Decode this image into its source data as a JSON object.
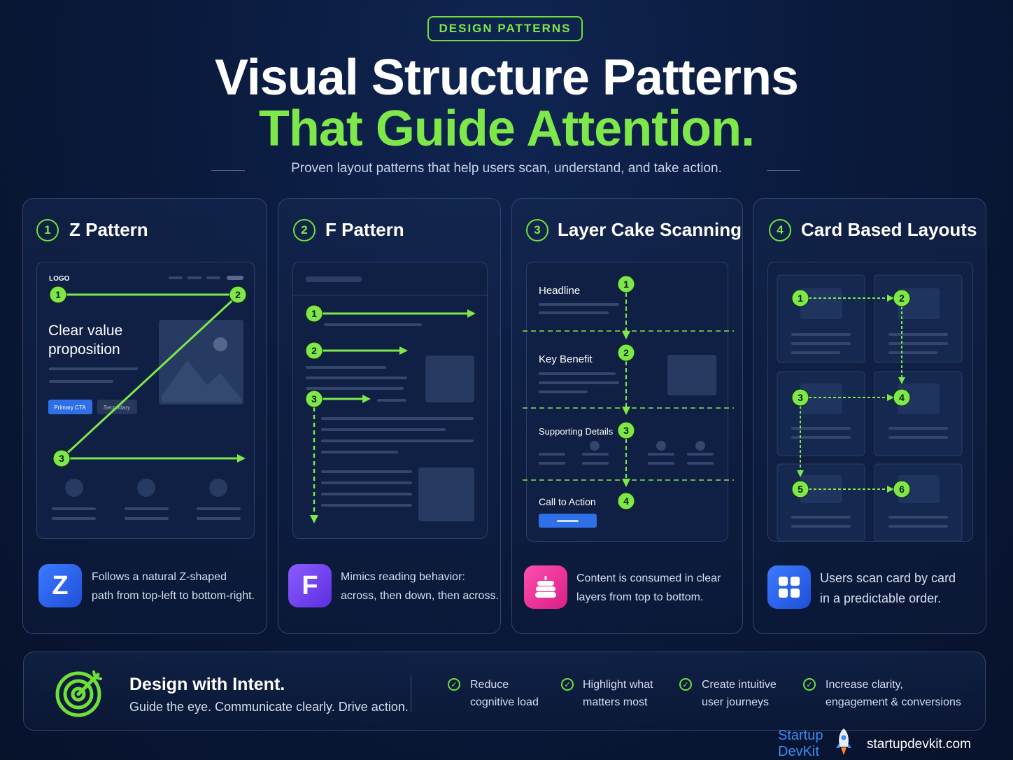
{
  "header": {
    "badge": "DESIGN PATTERNS",
    "title_line1": "Visual Structure Patterns",
    "title_line2": "That Guide Attention.",
    "subtitle": "Proven layout patterns that help users scan, understand, and take action."
  },
  "cards": [
    {
      "number": "1",
      "title": "Z Pattern",
      "tile_letter": "Z",
      "tile_icon": "z-letter-icon",
      "desc_line1": "Follows a natural Z-shaped",
      "desc_line2": "path from top-left to bottom-right.",
      "mock": {
        "logo": "LOGO",
        "headline_line1": "Clear value",
        "headline_line2": "proposition",
        "primary_cta": "Primary CTA",
        "secondary_cta": "Secondary",
        "steps": [
          "1",
          "2",
          "3"
        ]
      }
    },
    {
      "number": "2",
      "title": "F Pattern",
      "tile_letter": "F",
      "tile_icon": "f-letter-icon",
      "desc_line1": "Mimics reading behavior:",
      "desc_line2": "across, then down, then across.",
      "mock": {
        "steps": [
          "1",
          "2",
          "3"
        ]
      }
    },
    {
      "number": "3",
      "title": "Layer Cake Scanning",
      "tile_icon": "layer-cake-icon",
      "desc_line1": "Content is consumed in clear",
      "desc_line2": "layers from top to bottom.",
      "mock": {
        "layers": [
          "Headline",
          "Key Benefit",
          "Supporting Details",
          "Call to Action"
        ],
        "steps": [
          "1",
          "2",
          "3",
          "4"
        ]
      }
    },
    {
      "number": "4",
      "title": "Card Based Layouts",
      "tile_icon": "grid-icon",
      "desc_line1": "Users scan card by card",
      "desc_line2": "in a predictable order.",
      "mock": {
        "steps": [
          "1",
          "2",
          "3",
          "4",
          "5",
          "6"
        ]
      }
    }
  ],
  "footer": {
    "icon": "target-arrow-icon",
    "heading": "Design with Intent.",
    "tagline": "Guide the eye. Communicate clearly. Drive action.",
    "benefits": [
      {
        "line1": "Reduce",
        "line2": "cognitive load"
      },
      {
        "line1": "Highlight what",
        "line2": "matters most"
      },
      {
        "line1": "Create intuitive",
        "line2": "user journeys"
      },
      {
        "line1": "Increase clarity,",
        "line2": "engagement & conversions"
      }
    ]
  },
  "brand": {
    "logo_line1": "Startup",
    "logo_line2": "DevKit",
    "url": "startupdevkit.com"
  },
  "colors": {
    "accent": "#7ee84a",
    "background": "#0a1a3c",
    "primary_button": "#2f6fe8"
  }
}
